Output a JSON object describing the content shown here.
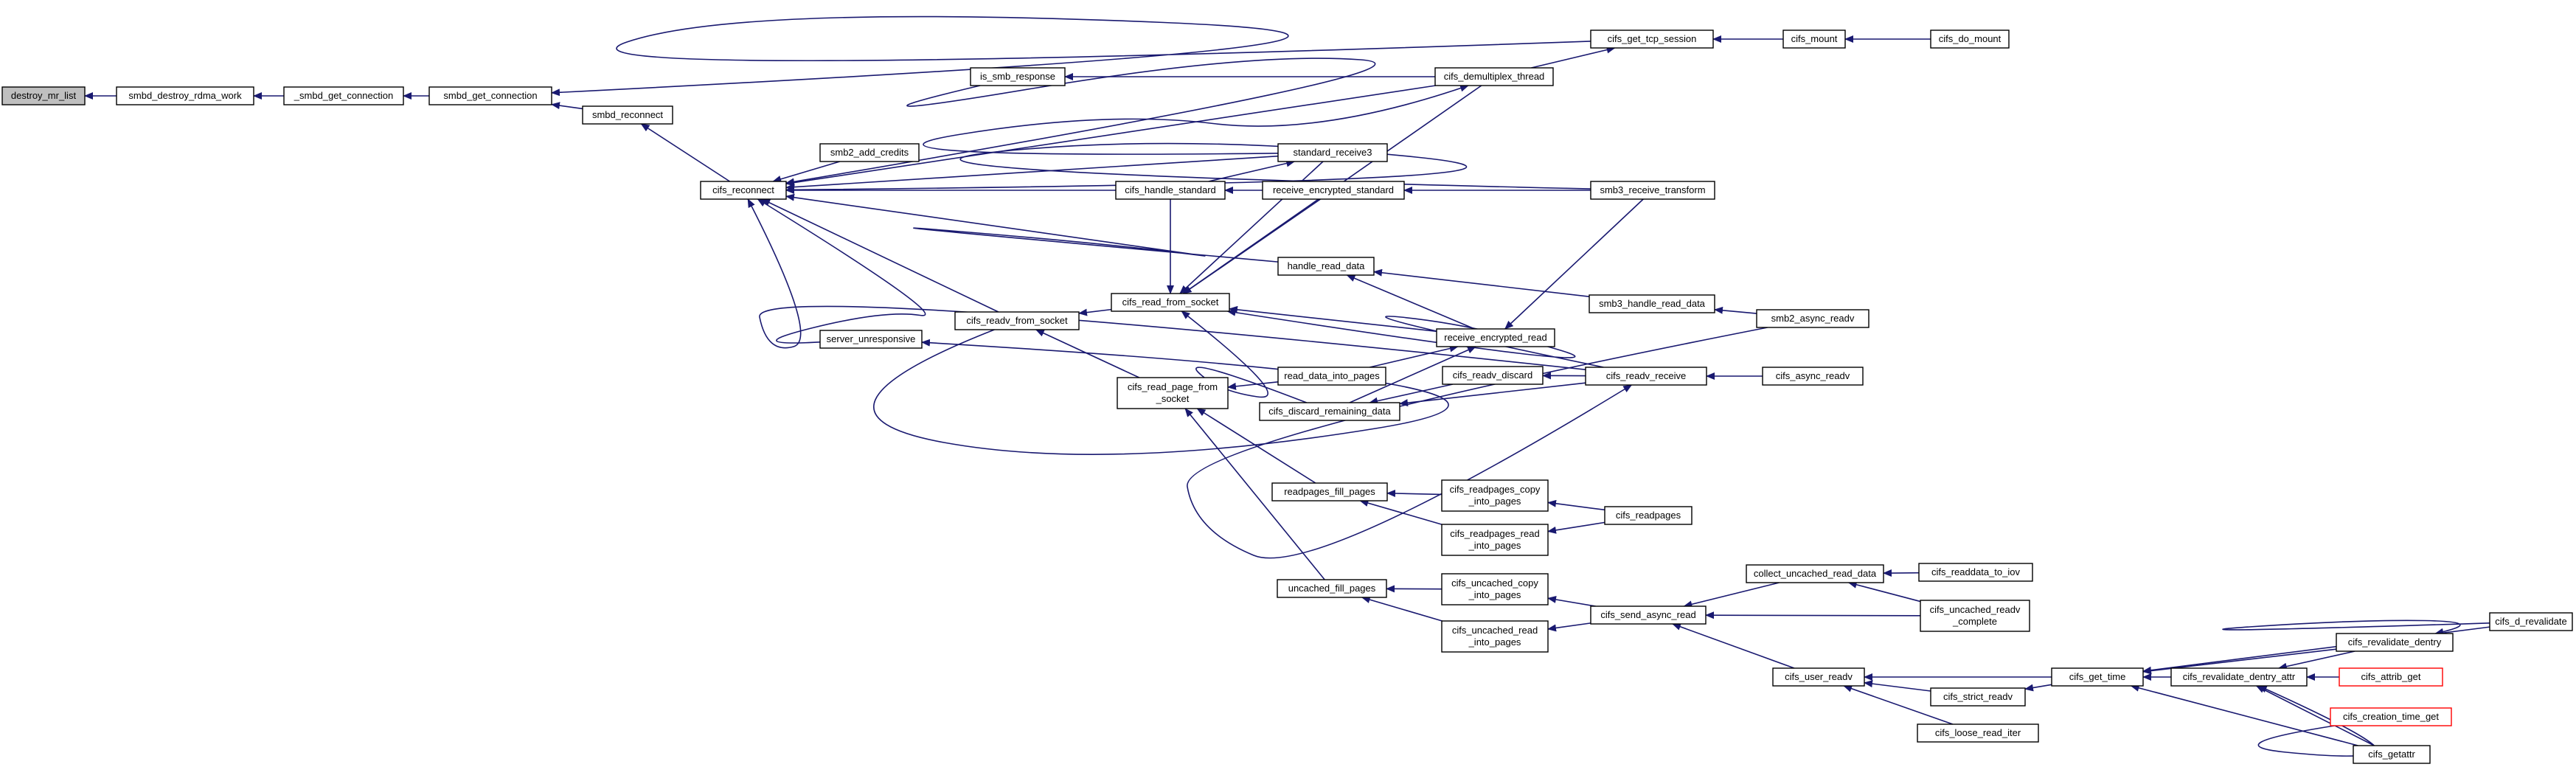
{
  "colors": {
    "background": "#ffffff",
    "node_border": "#000000",
    "root_fill": "#bfbfbf",
    "edge": "#191970",
    "truncated_border": "#ff0000"
  },
  "graph": {
    "root": "destroy_mr_list",
    "nodes": [
      {
        "id": "n0",
        "lines": [
          "destroy_mr_list"
        ],
        "style": "root"
      },
      {
        "id": "n1",
        "lines": [
          "smbd_destroy_rdma_work"
        ]
      },
      {
        "id": "n2",
        "lines": [
          "_smbd_get_connection"
        ]
      },
      {
        "id": "n3",
        "lines": [
          "smbd_get_connection"
        ]
      },
      {
        "id": "n4",
        "lines": [
          "smbd_reconnect"
        ]
      },
      {
        "id": "n5",
        "lines": [
          "cifs_reconnect"
        ]
      },
      {
        "id": "n6",
        "lines": [
          "cifs_get_tcp_session"
        ]
      },
      {
        "id": "n7",
        "lines": [
          "cifs_mount"
        ]
      },
      {
        "id": "n8",
        "lines": [
          "cifs_do_mount"
        ]
      },
      {
        "id": "n9",
        "lines": [
          "is_smb_response"
        ]
      },
      {
        "id": "n10",
        "lines": [
          "cifs_demultiplex_thread"
        ]
      },
      {
        "id": "n11",
        "lines": [
          "smb2_add_credits"
        ]
      },
      {
        "id": "n12",
        "lines": [
          "standard_receive3"
        ]
      },
      {
        "id": "n13",
        "lines": [
          "cifs_handle_standard"
        ]
      },
      {
        "id": "n14",
        "lines": [
          "receive_encrypted_standard"
        ]
      },
      {
        "id": "n15",
        "lines": [
          "smb3_receive_transform"
        ]
      },
      {
        "id": "n16",
        "lines": [
          "handle_read_data"
        ]
      },
      {
        "id": "n17",
        "lines": [
          "smb3_handle_read_data"
        ]
      },
      {
        "id": "n18",
        "lines": [
          "smb2_async_readv"
        ]
      },
      {
        "id": "n19",
        "lines": [
          "cifs_read_from_socket"
        ]
      },
      {
        "id": "n20",
        "lines": [
          "cifs_readv_from_socket"
        ]
      },
      {
        "id": "n21",
        "lines": [
          "server_unresponsive"
        ]
      },
      {
        "id": "n22",
        "lines": [
          "receive_encrypted_read"
        ]
      },
      {
        "id": "n23",
        "lines": [
          "cifs_read_page_from",
          "_socket"
        ]
      },
      {
        "id": "n24",
        "lines": [
          "read_data_into_pages"
        ]
      },
      {
        "id": "n25",
        "lines": [
          "cifs_readv_discard"
        ]
      },
      {
        "id": "n26",
        "lines": [
          "cifs_readv_receive"
        ]
      },
      {
        "id": "n27",
        "lines": [
          "cifs_async_readv"
        ]
      },
      {
        "id": "n28",
        "lines": [
          "cifs_discard_remaining_data"
        ]
      },
      {
        "id": "n29",
        "lines": [
          "readpages_fill_pages"
        ]
      },
      {
        "id": "n30",
        "lines": [
          "cifs_readpages_copy",
          "_into_pages"
        ]
      },
      {
        "id": "n31",
        "lines": [
          "cifs_readpages_read",
          "_into_pages"
        ]
      },
      {
        "id": "n32",
        "lines": [
          "cifs_readpages"
        ]
      },
      {
        "id": "n33",
        "lines": [
          "uncached_fill_pages"
        ]
      },
      {
        "id": "n34",
        "lines": [
          "cifs_uncached_copy",
          "_into_pages"
        ]
      },
      {
        "id": "n35",
        "lines": [
          "cifs_uncached_read",
          "_into_pages"
        ]
      },
      {
        "id": "n36",
        "lines": [
          "cifs_send_async_read"
        ]
      },
      {
        "id": "n37",
        "lines": [
          "collect_uncached_read_data"
        ]
      },
      {
        "id": "n38",
        "lines": [
          "cifs_readdata_to_iov"
        ]
      },
      {
        "id": "n39",
        "lines": [
          "cifs_uncached_readv",
          "_complete"
        ]
      },
      {
        "id": "n40",
        "lines": [
          "cifs_user_readv"
        ]
      },
      {
        "id": "n41",
        "lines": [
          "cifs_strict_readv"
        ]
      },
      {
        "id": "n42",
        "lines": [
          "cifs_loose_read_iter"
        ]
      },
      {
        "id": "n43",
        "lines": [
          "cifs_get_time"
        ]
      },
      {
        "id": "n44",
        "lines": [
          "cifs_revalidate_dentry_attr"
        ]
      },
      {
        "id": "n45",
        "lines": [
          "cifs_revalidate_dentry"
        ]
      },
      {
        "id": "n46",
        "lines": [
          "cifs_d_revalidate"
        ]
      },
      {
        "id": "n47",
        "lines": [
          "cifs_attrib_get"
        ],
        "style": "truncated"
      },
      {
        "id": "n48",
        "lines": [
          "cifs_creation_time_get"
        ],
        "style": "truncated"
      },
      {
        "id": "n49",
        "lines": [
          "cifs_getattr"
        ]
      }
    ],
    "edges": [
      [
        "n1",
        "n0"
      ],
      [
        "n2",
        "n1"
      ],
      [
        "n3",
        "n2"
      ],
      [
        "n6",
        "n3"
      ],
      [
        "n4",
        "n3"
      ],
      [
        "n7",
        "n6"
      ],
      [
        "n8",
        "n7"
      ],
      [
        "n5",
        "n4"
      ],
      [
        "n10",
        "n6"
      ],
      [
        "n9",
        "n5"
      ],
      [
        "n10",
        "n5"
      ],
      [
        "n10",
        "n9"
      ],
      [
        "n11",
        "n5"
      ],
      [
        "n12",
        "n5"
      ],
      [
        "n12",
        "n10"
      ],
      [
        "n15",
        "n5"
      ],
      [
        "n13",
        "n5"
      ],
      [
        "n13",
        "n12"
      ],
      [
        "n14",
        "n13"
      ],
      [
        "n15",
        "n14"
      ],
      [
        "n16",
        "n5"
      ],
      [
        "n17",
        "n16"
      ],
      [
        "n18",
        "n17"
      ],
      [
        "n22",
        "n16"
      ],
      [
        "n20",
        "n5"
      ],
      [
        "n21",
        "n5"
      ],
      [
        "n26",
        "n5"
      ],
      [
        "n20",
        "n21"
      ],
      [
        "n19",
        "n20"
      ],
      [
        "n23",
        "n20"
      ],
      [
        "n12",
        "n19"
      ],
      [
        "n13",
        "n19"
      ],
      [
        "n10",
        "n19"
      ],
      [
        "n14",
        "n19"
      ],
      [
        "n22",
        "n19"
      ],
      [
        "n26",
        "n19"
      ],
      [
        "n28",
        "n19"
      ],
      [
        "n15",
        "n22"
      ],
      [
        "n24",
        "n22"
      ],
      [
        "n24",
        "n23"
      ],
      [
        "n29",
        "n23"
      ],
      [
        "n33",
        "n23"
      ],
      [
        "n28",
        "n22"
      ],
      [
        "n25",
        "n28"
      ],
      [
        "n26",
        "n28"
      ],
      [
        "n26",
        "n25"
      ],
      [
        "n18",
        "n26"
      ],
      [
        "n27",
        "n26"
      ],
      [
        "n30",
        "n29"
      ],
      [
        "n31",
        "n29"
      ],
      [
        "n32",
        "n30"
      ],
      [
        "n32",
        "n31"
      ],
      [
        "n34",
        "n33"
      ],
      [
        "n35",
        "n33"
      ],
      [
        "n36",
        "n34"
      ],
      [
        "n36",
        "n35"
      ],
      [
        "n37",
        "n36"
      ],
      [
        "n39",
        "n36"
      ],
      [
        "n40",
        "n36"
      ],
      [
        "n38",
        "n37"
      ],
      [
        "n39",
        "n37"
      ],
      [
        "n41",
        "n40"
      ],
      [
        "n42",
        "n40"
      ],
      [
        "n43",
        "n40"
      ],
      [
        "n43",
        "n41"
      ],
      [
        "n44",
        "n43"
      ],
      [
        "n45",
        "n43"
      ],
      [
        "n49",
        "n43"
      ],
      [
        "n45",
        "n44"
      ],
      [
        "n47",
        "n44"
      ],
      [
        "n48",
        "n44"
      ],
      [
        "n49",
        "n44"
      ],
      [
        "n46",
        "n45"
      ],
      [
        "n46",
        "n43"
      ]
    ]
  }
}
